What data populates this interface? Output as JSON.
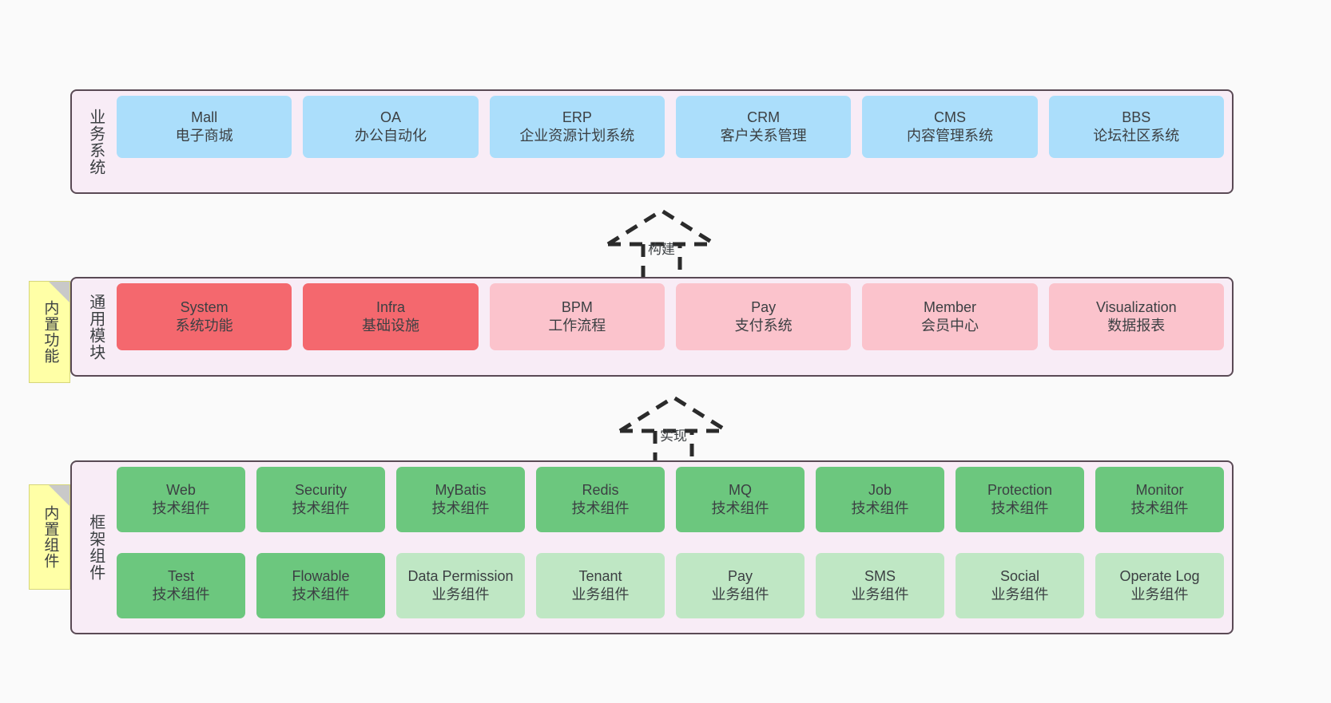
{
  "diagram": {
    "background": "#fafafa",
    "layers": [
      {
        "id": "business",
        "title": "业务系统",
        "card_color": "#abdefb",
        "rows": [
          [
            {
              "name": "Mall",
              "desc": "电子商城"
            },
            {
              "name": "OA",
              "desc": "办公自动化"
            },
            {
              "name": "ERP",
              "desc": "企业资源计划系统"
            },
            {
              "name": "CRM",
              "desc": "客户关系管理"
            },
            {
              "name": "CMS",
              "desc": "内容管理系统"
            },
            {
              "name": "BBS",
              "desc": "论坛社区系统"
            }
          ]
        ]
      },
      {
        "id": "common",
        "title": "通用模块",
        "card_color": "#f4686e",
        "card_color_alt": "#fbc3cc",
        "rows": [
          [
            {
              "name": "System",
              "desc": "系统功能",
              "color": "#f4686e"
            },
            {
              "name": "Infra",
              "desc": "基础设施",
              "color": "#f4686e"
            },
            {
              "name": "BPM",
              "desc": "工作流程",
              "color": "#fbc3cc"
            },
            {
              "name": "Pay",
              "desc": "支付系统",
              "color": "#fbc3cc"
            },
            {
              "name": "Member",
              "desc": "会员中心",
              "color": "#fbc3cc"
            },
            {
              "name": "Visualization",
              "desc": "数据报表",
              "color": "#fbc3cc"
            }
          ]
        ]
      },
      {
        "id": "framework",
        "title": "框架组件",
        "card_color": "#6cc77e",
        "card_color_alt": "#bfe7c4",
        "rows": [
          [
            {
              "name": "Web",
              "desc": "技术组件",
              "color": "#6cc77e"
            },
            {
              "name": "Security",
              "desc": "技术组件",
              "color": "#6cc77e"
            },
            {
              "name": "MyBatis",
              "desc": "技术组件",
              "color": "#6cc77e"
            },
            {
              "name": "Redis",
              "desc": "技术组件",
              "color": "#6cc77e"
            },
            {
              "name": "MQ",
              "desc": "技术组件",
              "color": "#6cc77e"
            },
            {
              "name": "Job",
              "desc": "技术组件",
              "color": "#6cc77e"
            },
            {
              "name": "Protection",
              "desc": "技术组件",
              "color": "#6cc77e"
            },
            {
              "name": "Monitor",
              "desc": "技术组件",
              "color": "#6cc77e"
            }
          ],
          [
            {
              "name": "Test",
              "desc": "技术组件",
              "color": "#6cc77e"
            },
            {
              "name": "Flowable",
              "desc": "技术组件",
              "color": "#6cc77e"
            },
            {
              "name": "Data Permission",
              "desc": "业务组件",
              "color": "#bfe7c4"
            },
            {
              "name": "Tenant",
              "desc": "业务组件",
              "color": "#bfe7c4"
            },
            {
              "name": "Pay",
              "desc": "业务组件",
              "color": "#bfe7c4"
            },
            {
              "name": "SMS",
              "desc": "业务组件",
              "color": "#bfe7c4"
            },
            {
              "name": "Social",
              "desc": "业务组件",
              "color": "#bfe7c4"
            },
            {
              "name": "Operate Log",
              "desc": "业务组件",
              "color": "#bfe7c4"
            }
          ]
        ]
      }
    ],
    "stickies": [
      {
        "id": "sticky-common",
        "label": "内置功能",
        "color": "#ffffa6"
      },
      {
        "id": "sticky-framework",
        "label": "内置组件",
        "color": "#ffffa6"
      }
    ],
    "relations": [
      {
        "id": "rel-build",
        "label": "构建",
        "style": "dashed-generalization",
        "direction": "up"
      },
      {
        "id": "rel-impl",
        "label": "实现",
        "style": "dashed-generalization",
        "direction": "up"
      }
    ]
  }
}
